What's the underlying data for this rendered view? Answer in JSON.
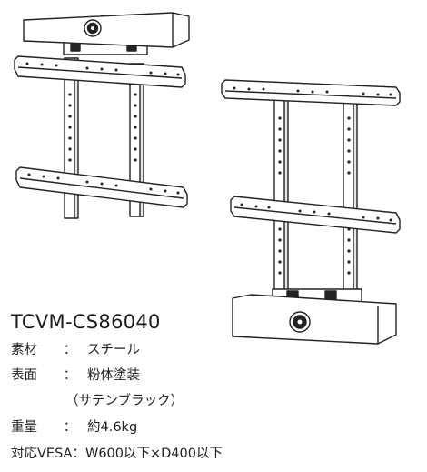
{
  "product": {
    "model": "TCVM-CS86040"
  },
  "specs": {
    "material_label": "素材",
    "material_sep": "：",
    "material_value": "スチール",
    "finish_label": "表面",
    "finish_sep": "：",
    "finish_value": "粉体塗装",
    "finish_note": "（サテンブラック）",
    "weight_label": "重量",
    "weight_sep": "：",
    "weight_value": "約4.6kg",
    "vesa_label": "対応VESA",
    "vesa_sep": "：",
    "vesa_value": "W600以下×D400以下"
  },
  "colors": {
    "line": "#222222",
    "fill": "#ffffff",
    "shade": "#e6e6e6"
  }
}
